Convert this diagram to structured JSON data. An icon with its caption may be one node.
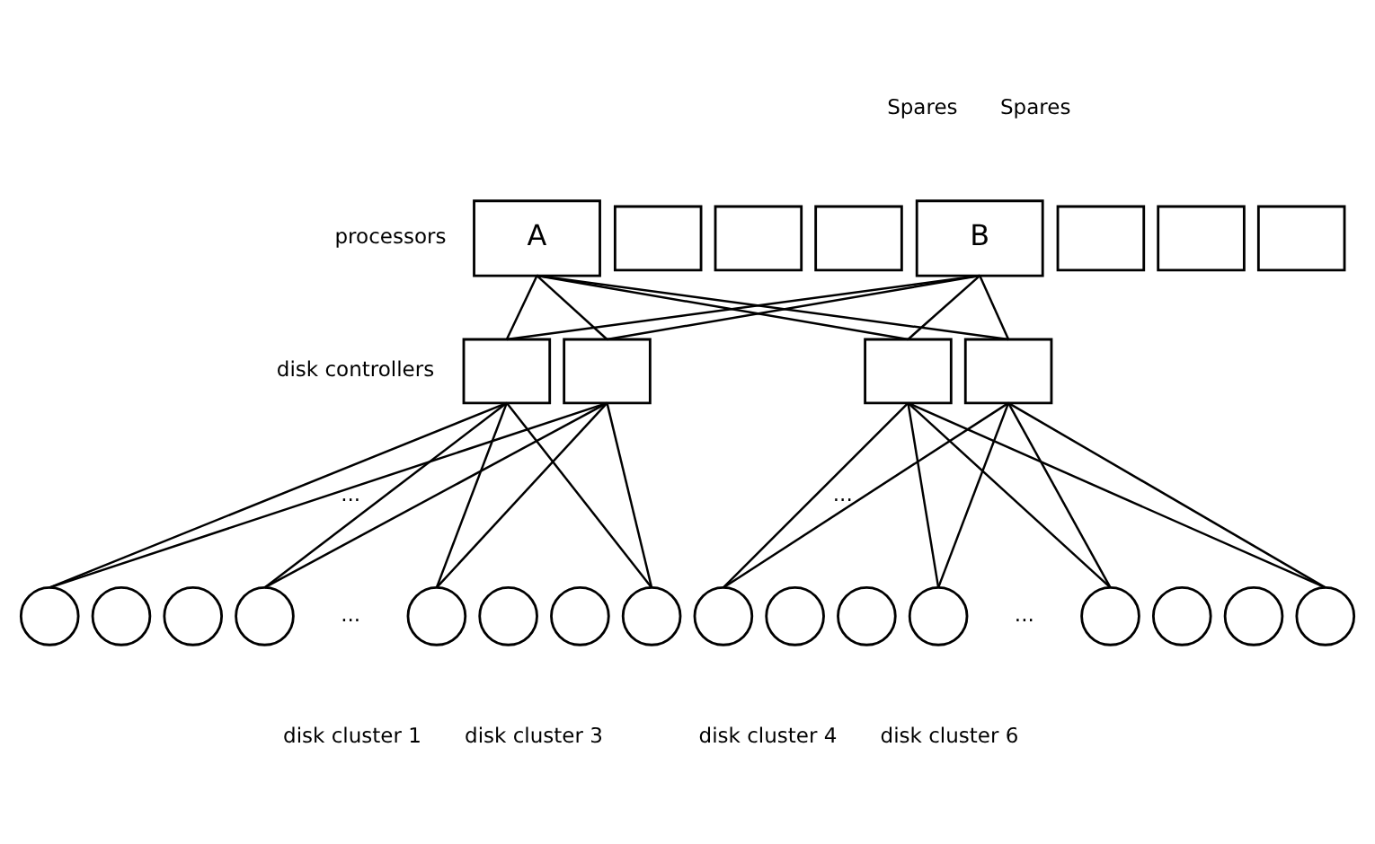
{
  "diagram": {
    "nodes": [
      {
        "text": [
          "A"
        ]
      },
      {
        "text": [],
        "shape": "box"
      },
      {
        "text": [],
        "shape": "box"
      },
      {
        "text": [],
        "shape": "box"
      },
      {
        "text": [
          "B"
        ]
      },
      {
        "text": [],
        "shape": "box"
      },
      {
        "text": [],
        "shape": "box"
      },
      {
        "text": [],
        "shape": "box"
      },
      {
        "text": [],
        "shape": "box"
      },
      {
        "text": [],
        "shape": "box"
      },
      {
        "text": [],
        "shape": "box"
      },
      {
        "text": [],
        "shape": "box"
      },
      {
        "text": [],
        "shape": "circle"
      },
      {
        "text": [],
        "shape": "circle"
      },
      {
        "text": [],
        "shape": "circle"
      },
      {
        "text": [],
        "shape": "circle"
      },
      {
        "text": [],
        "shape": "circle"
      },
      {
        "text": [],
        "shape": "circle"
      },
      {
        "text": [],
        "shape": "circle"
      },
      {
        "text": [],
        "shape": "circle"
      },
      {
        "text": [],
        "shape": "circle"
      },
      {
        "text": [],
        "shape": "circle"
      },
      {
        "text": [],
        "shape": "circle"
      },
      {
        "text": [],
        "shape": "circle"
      },
      {
        "text": [],
        "shape": "circle"
      },
      {
        "text": [],
        "shape": "circle"
      },
      {
        "text": [],
        "shape": "circle"
      },
      {
        "text": [],
        "shape": "circle"
      }
    ],
    "edges": [
      {
        "from": 0,
        "to": 8,
        "arrow": "none"
      },
      {
        "from": 0,
        "to": 9,
        "arrow": "none"
      },
      {
        "from": 0,
        "to": 10,
        "arrow": "none"
      },
      {
        "from": 0,
        "to": 11,
        "arrow": "none"
      },
      {
        "from": 4,
        "to": 8,
        "arrow": "none"
      },
      {
        "from": 4,
        "to": 9,
        "arrow": "none"
      },
      {
        "from": 4,
        "to": 10,
        "arrow": "none"
      },
      {
        "from": 4,
        "to": 11,
        "arrow": "none"
      },
      {
        "from": 8,
        "to": 12,
        "arrow": "none"
      },
      {
        "from": 8,
        "to": 15,
        "arrow": "none"
      },
      {
        "from": 8,
        "to": 16,
        "arrow": "none"
      },
      {
        "from": 8,
        "to": 19,
        "arrow": "none"
      },
      {
        "from": 9,
        "to": 12,
        "arrow": "none"
      },
      {
        "from": 9,
        "to": 15,
        "arrow": "none"
      },
      {
        "from": 9,
        "to": 16,
        "arrow": "none"
      },
      {
        "from": 9,
        "to": 19,
        "arrow": "none"
      },
      {
        "from": 10,
        "to": 20,
        "arrow": "none"
      },
      {
        "from": 10,
        "to": 23,
        "arrow": "none"
      },
      {
        "from": 10,
        "to": 24,
        "arrow": "none"
      },
      {
        "from": 10,
        "to": 27,
        "arrow": "none"
      },
      {
        "from": 11,
        "to": 20,
        "arrow": "none"
      },
      {
        "from": 11,
        "to": 23,
        "arrow": "none"
      },
      {
        "from": 11,
        "to": 24,
        "arrow": "none"
      },
      {
        "from": 11,
        "to": 27,
        "arrow": "none"
      }
    ],
    "labels": [
      "Spares",
      "Spares",
      "processors",
      "disk controllers",
      "...",
      "...",
      "...",
      "...",
      "disk cluster 1",
      "disk cluster 3",
      "disk cluster 4",
      "disk cluster 6"
    ]
  }
}
